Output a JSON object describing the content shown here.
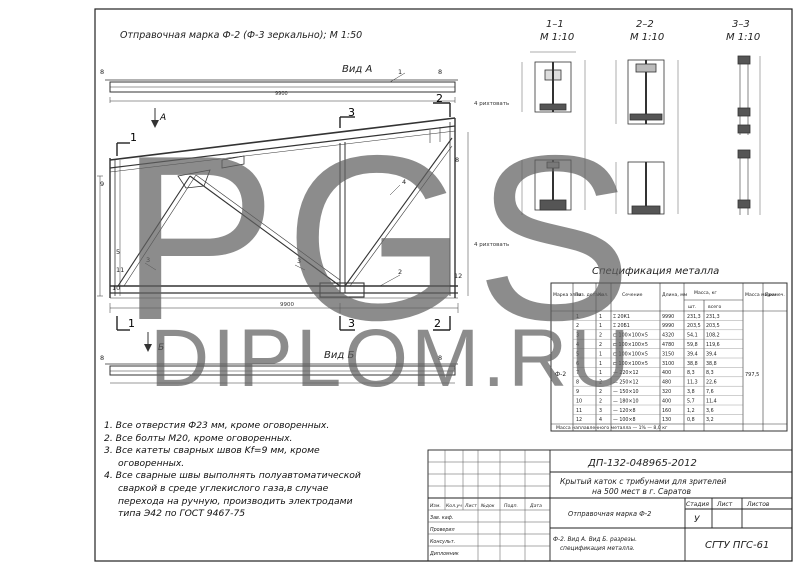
{
  "drawing": {
    "title": "Отправочная марка Ф-2 (Ф-3 зеркально); М 1:50",
    "view_a": "Вид А",
    "view_b": "Вид Б",
    "arrow_a": "А",
    "arrow_b": "Б",
    "sections": [
      {
        "name": "1–1",
        "scale": "М 1:10"
      },
      {
        "name": "2–2",
        "scale": "М 1:10"
      },
      {
        "name": "3–3",
        "scale": "М 1:10"
      }
    ],
    "cut_marks": [
      "1",
      "2",
      "3"
    ],
    "dim_main": "9900",
    "label_support": "4 рихтовать"
  },
  "spec": {
    "title": "Спецификация металла",
    "headers": [
      "Марка элем.",
      "Поз. детали",
      "Кол.",
      "Сечение",
      "Длина, мм",
      "Масса, кг",
      "Масса марки",
      "Примеч."
    ],
    "mass_sub": [
      "шт.",
      "всего"
    ],
    "rows": [
      [
        "1",
        "1",
        "⌶ 20К1",
        "9990",
        "231,3",
        "231,3"
      ],
      [
        "2",
        "1",
        "⌶ 20Б1",
        "9990",
        "203,5",
        "203,5"
      ],
      [
        "3",
        "2",
        "⊏ 100×100×5",
        "4320",
        "54,1",
        "108,2"
      ],
      [
        "4",
        "2",
        "⊏ 100×100×5",
        "4780",
        "59,8",
        "119,6"
      ],
      [
        "5",
        "1",
        "⊏ 100×100×5",
        "3150",
        "39,4",
        "39,4"
      ],
      [
        "6",
        "1",
        "⊏ 100×100×5",
        "3100",
        "38,8",
        "38,8"
      ],
      [
        "7",
        "1",
        "— 220×12",
        "400",
        "8,3",
        "8,3"
      ],
      [
        "8",
        "2",
        "— 250×12",
        "480",
        "11,3",
        "22,6"
      ],
      [
        "9",
        "2",
        "— 150×10",
        "320",
        "3,8",
        "7,6"
      ],
      [
        "10",
        "2",
        "— 180×10",
        "400",
        "5,7",
        "11,4"
      ],
      [
        "11",
        "3",
        "— 120×8",
        "160",
        "1,2",
        "3,6"
      ],
      [
        "12",
        "4",
        "— 100×8",
        "130",
        "0,8",
        "3,2"
      ]
    ],
    "mark_name": "Ф-2",
    "mark_mass": "797,5",
    "welds_note": "Масса наплавленного металла — 1% — 8,0 кг"
  },
  "notes": [
    "1. Все отверстия Ф23 мм, кроме оговоренных.",
    "2. Все болты М20, кроме оговоренных.",
    "3. Все катеты сварных швов Kf=9 мм, кроме",
    "   оговоренных.",
    "4. Все сварные швы выполнять полуавтоматической",
    "   сваркой в среде углекислого газа,в случае",
    "   перехода на ручную, производить электродами",
    "   типа Э42 по ГОСТ 9467-75"
  ],
  "title_block": {
    "code": "ДП-132-048965-2012",
    "project": "Крытый каток с трибунами для зрителей",
    "project2": "на 500 мест в г. Саратов",
    "sheet_name": "Отправочная марка Ф-2",
    "sheet_desc": "Ф-2. Вид А. Вид Б. разрезы.",
    "sheet_desc2": "спецификация металла.",
    "stage_h": "Стадия",
    "sheet_h": "Лист",
    "sheets_h": "Листов",
    "stage": "У",
    "org": "СГТУ ПГС-61",
    "col_heads": [
      "Изм.",
      "Кол.уч",
      "Лист",
      "№док",
      "Подп.",
      "Дата"
    ],
    "roles": [
      "Зав. каф.",
      "Проверил",
      "Консульт.",
      "Дипломник"
    ]
  },
  "watermark": {
    "big": "PGS",
    "small": "DIPLOM.RU"
  }
}
